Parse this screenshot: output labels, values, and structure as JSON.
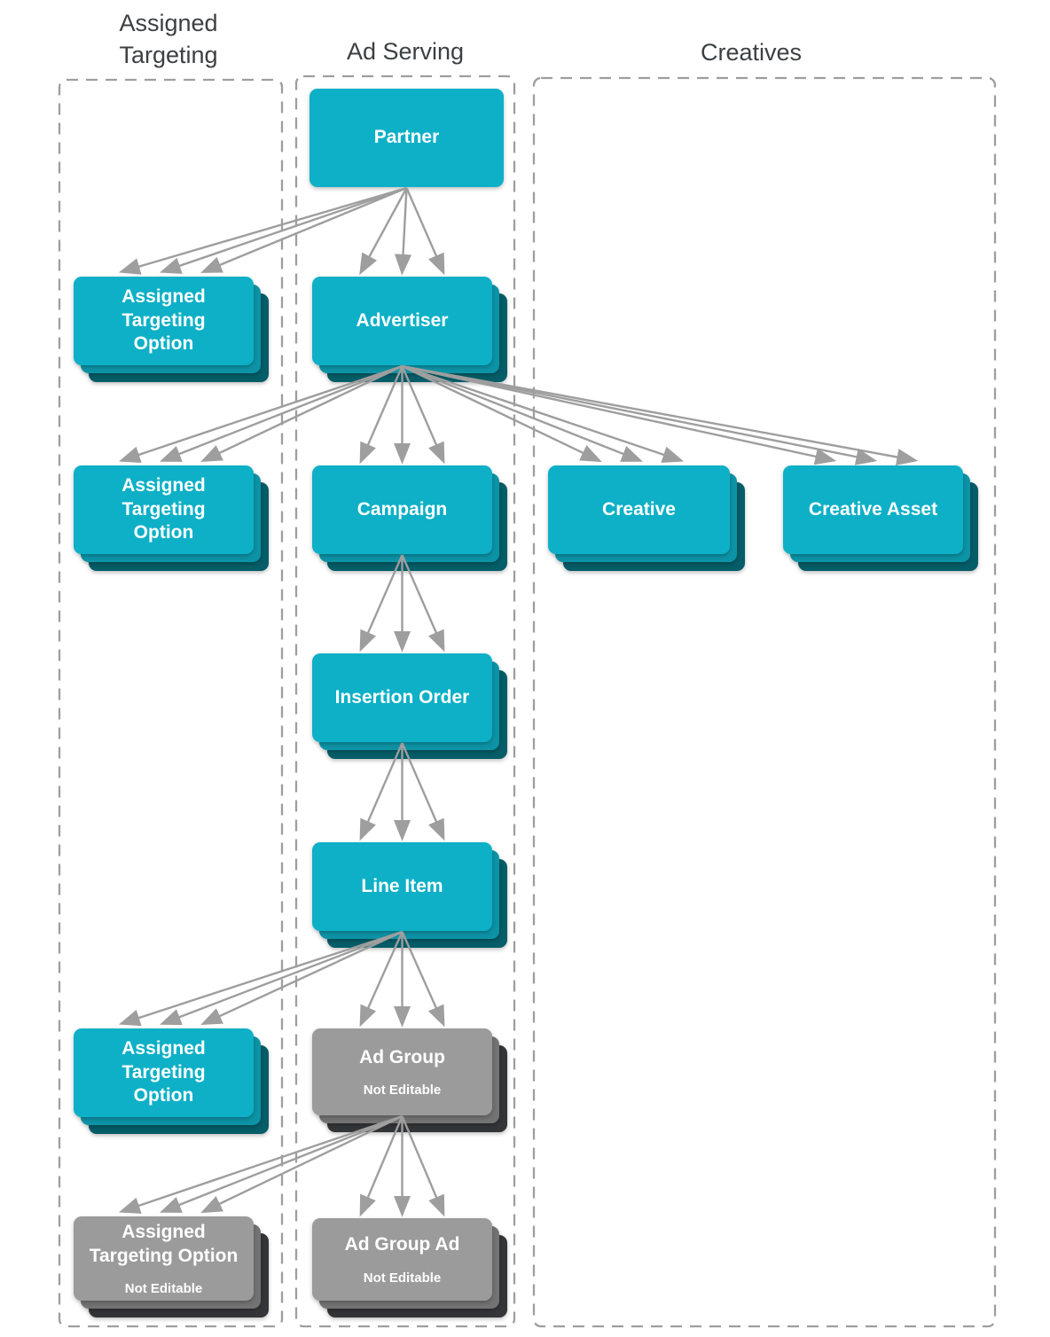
{
  "columns": [
    {
      "id": "assigned-targeting",
      "title": "Assigned Targeting"
    },
    {
      "id": "ad-serving",
      "title": "Ad Serving"
    },
    {
      "id": "creatives",
      "title": "Creatives"
    }
  ],
  "nodes": [
    {
      "id": "partner",
      "column": "ad-serving",
      "label": "Partner",
      "type": "editable"
    },
    {
      "id": "ato-1",
      "column": "assigned-targeting",
      "label": "Assigned Targeting Option",
      "type": "editable"
    },
    {
      "id": "advertiser",
      "column": "ad-serving",
      "label": "Advertiser",
      "type": "editable"
    },
    {
      "id": "ato-2",
      "column": "assigned-targeting",
      "label": "Assigned Targeting Option",
      "type": "editable"
    },
    {
      "id": "campaign",
      "column": "ad-serving",
      "label": "Campaign",
      "type": "editable"
    },
    {
      "id": "creative",
      "column": "creatives",
      "label": "Creative",
      "type": "editable"
    },
    {
      "id": "creative-asset",
      "column": "creatives",
      "label": "Creative Asset",
      "type": "editable"
    },
    {
      "id": "insertion-order",
      "column": "ad-serving",
      "label": "Insertion Order",
      "type": "editable"
    },
    {
      "id": "line-item",
      "column": "ad-serving",
      "label": "Line Item",
      "type": "editable"
    },
    {
      "id": "ato-3",
      "column": "assigned-targeting",
      "label": "Assigned Targeting Option",
      "type": "editable"
    },
    {
      "id": "ad-group",
      "column": "ad-serving",
      "label": "Ad Group",
      "sublabel": "Not Editable",
      "type": "readonly"
    },
    {
      "id": "ato-4",
      "column": "assigned-targeting",
      "label": "Assigned Targeting Option",
      "sublabel": "Not Editable",
      "type": "readonly"
    },
    {
      "id": "ad-group-ad",
      "column": "ad-serving",
      "label": "Ad Group Ad",
      "sublabel": "Not Editable",
      "type": "readonly"
    }
  ],
  "edges": [
    {
      "from": "partner",
      "to": "ato-1"
    },
    {
      "from": "partner",
      "to": "advertiser"
    },
    {
      "from": "advertiser",
      "to": "ato-2"
    },
    {
      "from": "advertiser",
      "to": "campaign"
    },
    {
      "from": "advertiser",
      "to": "creative"
    },
    {
      "from": "advertiser",
      "to": "creative-asset"
    },
    {
      "from": "campaign",
      "to": "insertion-order"
    },
    {
      "from": "insertion-order",
      "to": "line-item"
    },
    {
      "from": "line-item",
      "to": "ato-3"
    },
    {
      "from": "line-item",
      "to": "ad-group"
    },
    {
      "from": "ad-group",
      "to": "ato-4"
    },
    {
      "from": "ad-group",
      "to": "ad-group-ad"
    }
  ],
  "colors": {
    "node_editable": "#0db0c7",
    "node_editable_mid": "#0d93a6",
    "node_editable_back": "#055d68",
    "node_readonly": "#9b9b9b",
    "node_readonly_mid": "#737373",
    "node_readonly_back": "#333538",
    "edge": "#9e9e9e",
    "column_border": "#9e9e9e",
    "title_text": "#3c4043",
    "node_text": "#ffffff"
  }
}
